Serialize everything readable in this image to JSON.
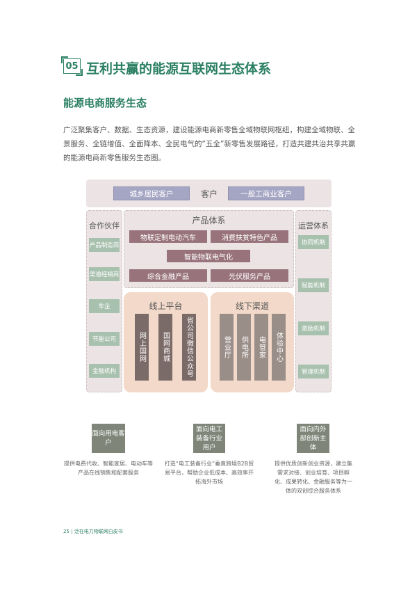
{
  "header": {
    "section_number": "05",
    "section_title": "互利共赢的能源互联网生态体系",
    "subtitle": "能源电商服务生态",
    "intro": "广泛聚集客户、数据、生态资源，建设能源电商新零售全域物联网枢纽，构建全域物联、全景服务、全链增值、全面降本、全民电气的“五全”新零售发展路径，打造共建共治共享共赢的能源电商新零售服务生态圈。"
  },
  "diagram": {
    "customer": {
      "label": "客户",
      "left_chip": "城乡居民客户",
      "right_chip": "一般工商业客户"
    },
    "partners": {
      "title": "合作伙伴",
      "items": [
        "产品制造商",
        "渠道经销商",
        "车企",
        "节能公司",
        "金融机构"
      ]
    },
    "operations": {
      "title": "运营体系",
      "items": [
        "协同机制",
        "赋能机制",
        "激励机制",
        "管理机制"
      ]
    },
    "products": {
      "title": "产品体系",
      "row1": [
        "物联定制电动汽车",
        "消费扶贫特色产品"
      ],
      "row2": "智能物联电气化",
      "row3": [
        "综合金融产品",
        "光伏服务产品"
      ]
    },
    "online": {
      "title": "线上平台",
      "items": [
        "网上国网",
        "国网商城",
        "省公司微信公众号"
      ]
    },
    "offline": {
      "title": "线下渠道",
      "items": [
        "营业厅",
        "供电所",
        "电管家",
        "体验中心"
      ]
    }
  },
  "bottom": [
    {
      "box": "面向用电客户",
      "desc": "提供电费代收、智能家居、电动车等产品在线销售和配套服务"
    },
    {
      "box": "面向电工装备行业用户",
      "desc": "打造“电工装备行业”垂直跨境B2B贸易平台，帮助企业低成本、高效率开拓海外市场"
    },
    {
      "box": "面向内外部创新主体",
      "desc": "提供优质创新创业资源，建立集需求对接、创业培育、项目孵化、成果转化、金融服务等为一体的双创综合服务体系"
    }
  ],
  "footer": {
    "page": "25",
    "sep": "|",
    "text": "泛在电力物联网白皮书"
  }
}
